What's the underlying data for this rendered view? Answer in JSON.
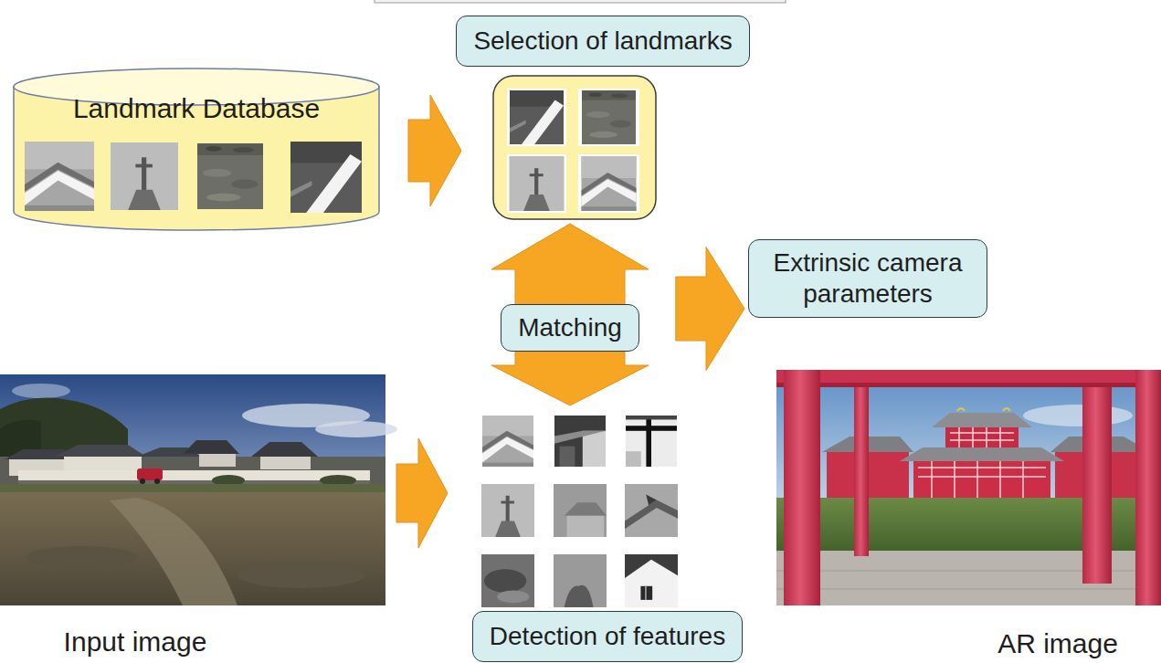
{
  "diagram": {
    "nodes": [
      {
        "text": [
          "Landmark Database"
        ]
      },
      {
        "text": [
          "Selection of landmarks"
        ]
      },
      {
        "text": [
          "Extrinsic camera parameters"
        ]
      },
      {
        "text": [
          "Matching"
        ]
      },
      {
        "text": [
          "Input image"
        ]
      },
      {
        "text": [
          "Detection of features"
        ]
      },
      {
        "text": [
          "AR image"
        ]
      }
    ],
    "edges": [
      {
        "from": 0,
        "to": 1,
        "arrow": "to"
      },
      {
        "from": 3,
        "to": 1,
        "arrow": "to"
      },
      {
        "from": 3,
        "to": 5,
        "arrow": "to"
      },
      {
        "from": 3,
        "to": 2,
        "arrow": "to"
      },
      {
        "from": 4,
        "to": 5,
        "arrow": "to"
      }
    ]
  }
}
